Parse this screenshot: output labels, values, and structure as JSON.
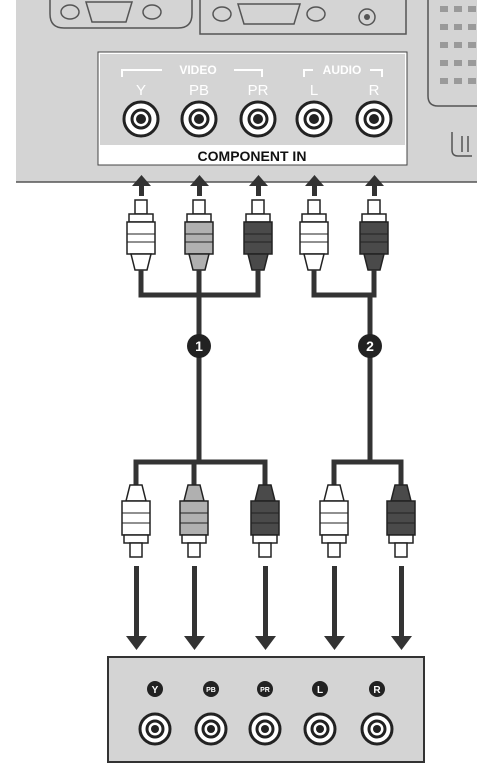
{
  "panel": {
    "group_video": "VIDEO",
    "group_audio": "AUDIO",
    "jacks": [
      {
        "id": "y",
        "label": "Y"
      },
      {
        "id": "pb",
        "label": "PB"
      },
      {
        "id": "pr",
        "label": "PR"
      },
      {
        "id": "l",
        "label": "L"
      },
      {
        "id": "r",
        "label": "R"
      }
    ],
    "component_in": "COMPONENT IN"
  },
  "cables": {
    "video_marker": "1",
    "audio_marker": "2"
  },
  "device": {
    "jacks": [
      {
        "id": "y",
        "label": "Y"
      },
      {
        "id": "pb",
        "label": "PB"
      },
      {
        "id": "pr",
        "label": "PR"
      },
      {
        "id": "l",
        "label": "L"
      },
      {
        "id": "r",
        "label": "R"
      }
    ]
  },
  "colors": {
    "panel_fill": "#d4d4d4",
    "line": "#333333",
    "plug_white": "#ffffff",
    "plug_gray": "#b0b0b0",
    "plug_dark": "#4a4a4a"
  }
}
